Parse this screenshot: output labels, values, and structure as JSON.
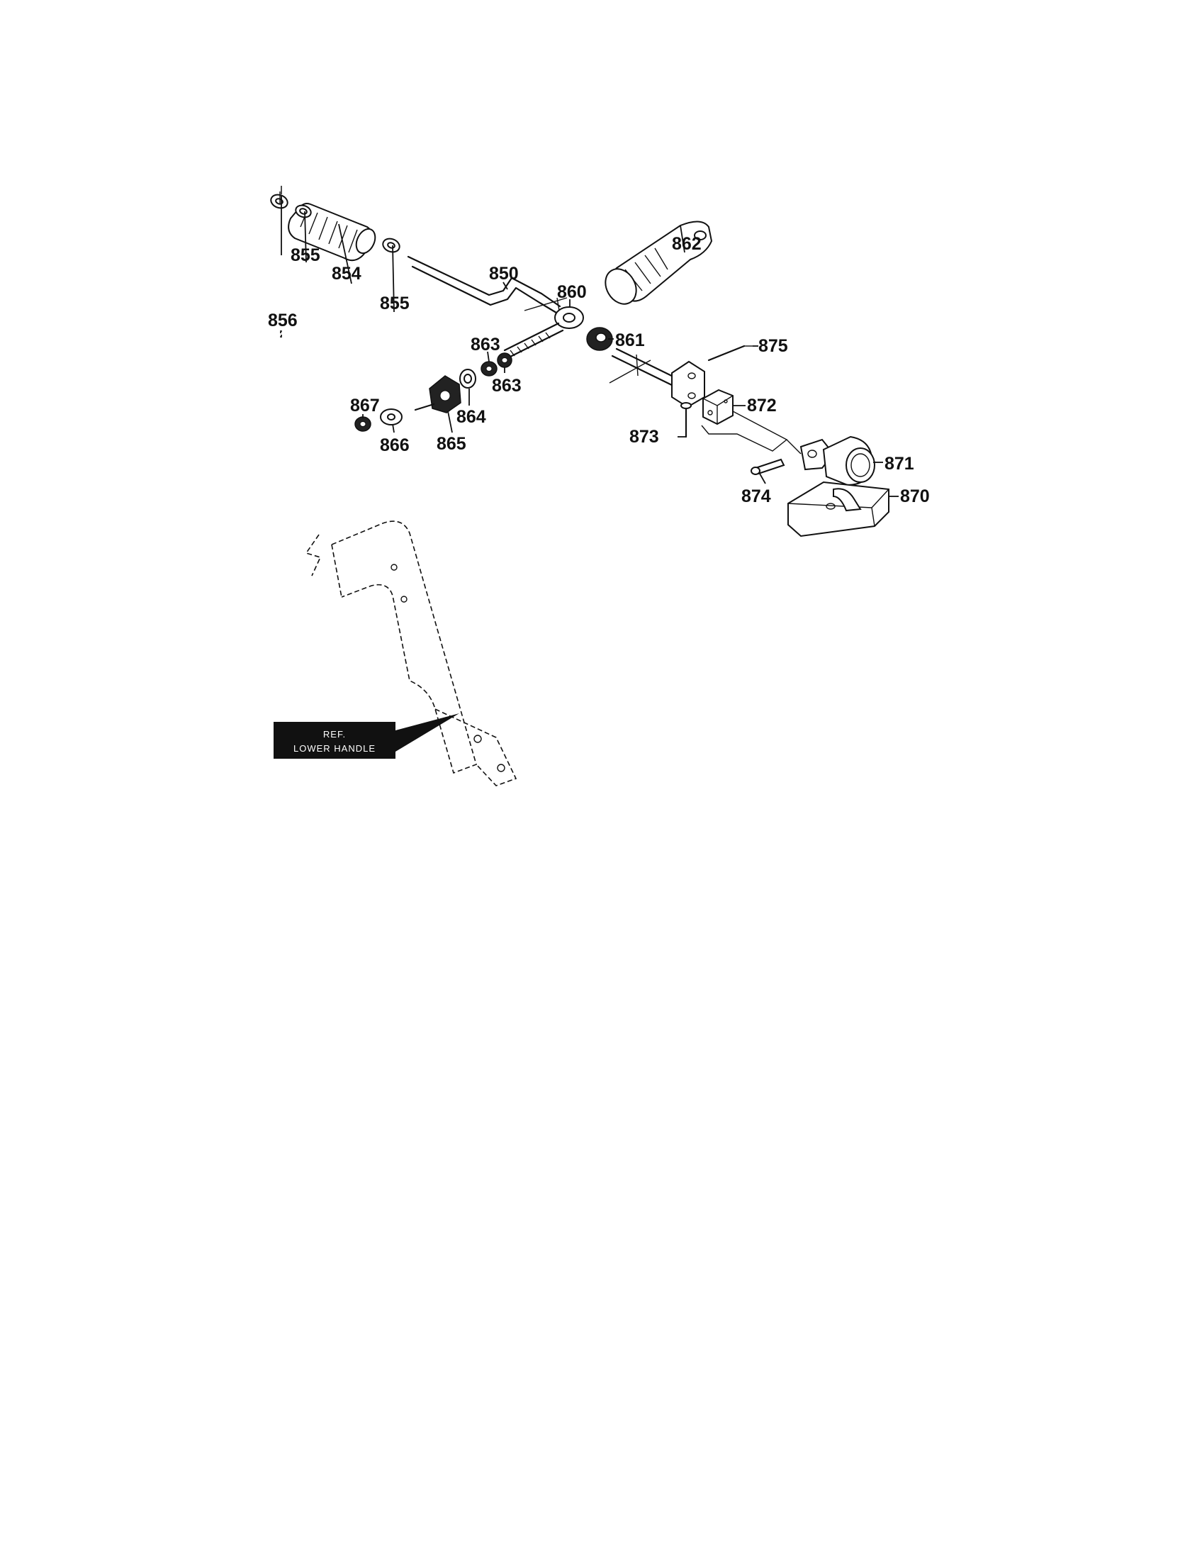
{
  "diagram": {
    "ref_box": {
      "line1": "REF.",
      "line2": "LOWER HANDLE"
    },
    "parts": [
      {
        "id": "856",
        "label": "856"
      },
      {
        "id": "855a",
        "label": "855"
      },
      {
        "id": "854",
        "label": "854"
      },
      {
        "id": "855b",
        "label": "855"
      },
      {
        "id": "850",
        "label": "850"
      },
      {
        "id": "860",
        "label": "860"
      },
      {
        "id": "862",
        "label": "862"
      },
      {
        "id": "861",
        "label": "861"
      },
      {
        "id": "863a",
        "label": "863"
      },
      {
        "id": "863b",
        "label": "863"
      },
      {
        "id": "864",
        "label": "864"
      },
      {
        "id": "865",
        "label": "865"
      },
      {
        "id": "867",
        "label": "867"
      },
      {
        "id": "866",
        "label": "866"
      },
      {
        "id": "875",
        "label": "875"
      },
      {
        "id": "872",
        "label": "872"
      },
      {
        "id": "873",
        "label": "873"
      },
      {
        "id": "871",
        "label": "871"
      },
      {
        "id": "874",
        "label": "874"
      },
      {
        "id": "870",
        "label": "870"
      }
    ]
  }
}
